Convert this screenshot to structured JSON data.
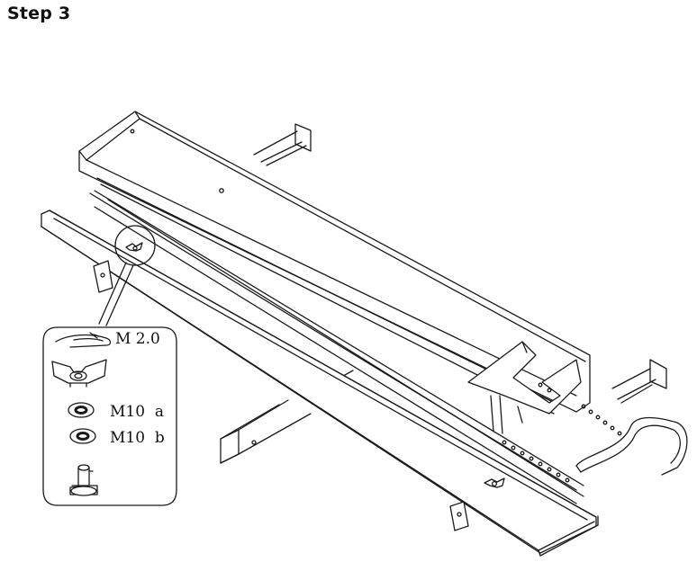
{
  "header": {
    "title": "Step 3"
  },
  "callout": {
    "items": [
      {
        "icon": "spring-pin-icon",
        "label": "M 2.0"
      },
      {
        "icon": "wing-nut-icon",
        "label": ""
      },
      {
        "icon": "washer-icon",
        "label": "M10  a"
      },
      {
        "icon": "washer-icon",
        "label": "M10  b"
      },
      {
        "icon": "pin-bolt-icon",
        "label": ""
      }
    ]
  },
  "colors": {
    "line": "#1a1a1a",
    "background": "#ffffff"
  }
}
